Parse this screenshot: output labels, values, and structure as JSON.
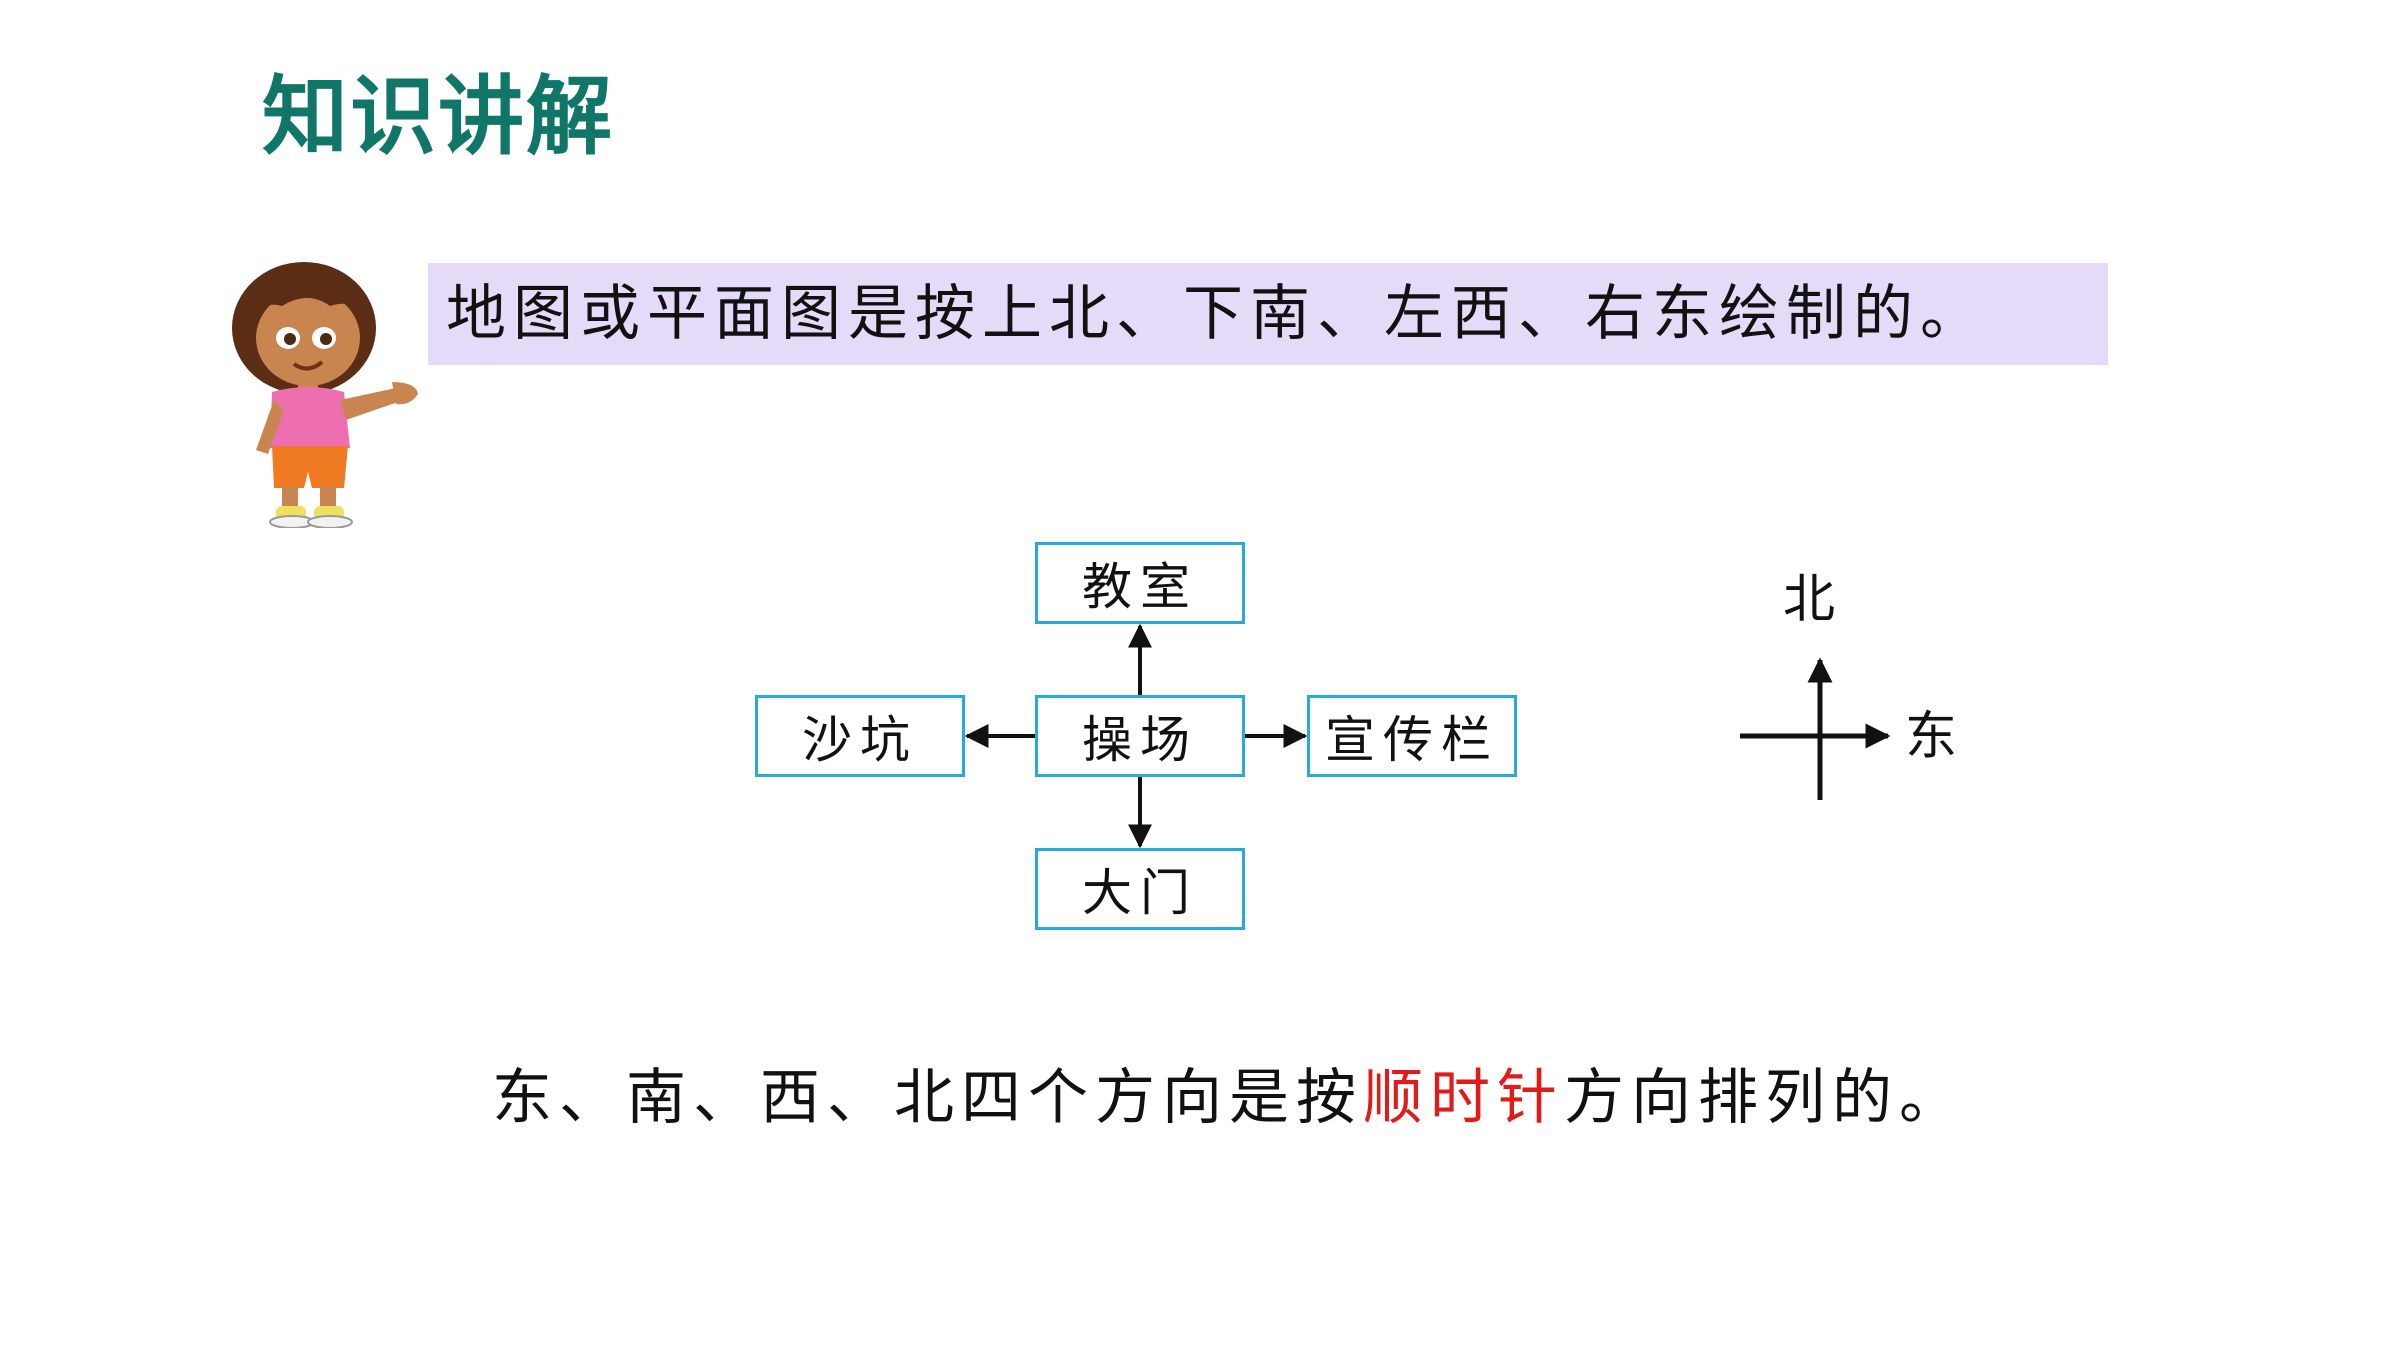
{
  "title": "知识讲解",
  "banner": {
    "text": "地图或平面图是按上北、下南、左西、右东绘制的。"
  },
  "diagram": {
    "center": "操场",
    "north": "教室",
    "west": "沙坑",
    "east": "宣传栏",
    "south": "大门"
  },
  "compass": {
    "north": "北",
    "east": "东"
  },
  "statement": {
    "before": "东、南、西、北四个方向是按",
    "highlight": "顺时针",
    "after": "方向排列的。"
  },
  "colors": {
    "title": "#0f7668",
    "banner_bg": "#e5daf7",
    "box_border": "#28a9dc",
    "highlight": "#e01b1b"
  },
  "icons": {
    "character": "cartoon-girl-pointing-icon"
  }
}
